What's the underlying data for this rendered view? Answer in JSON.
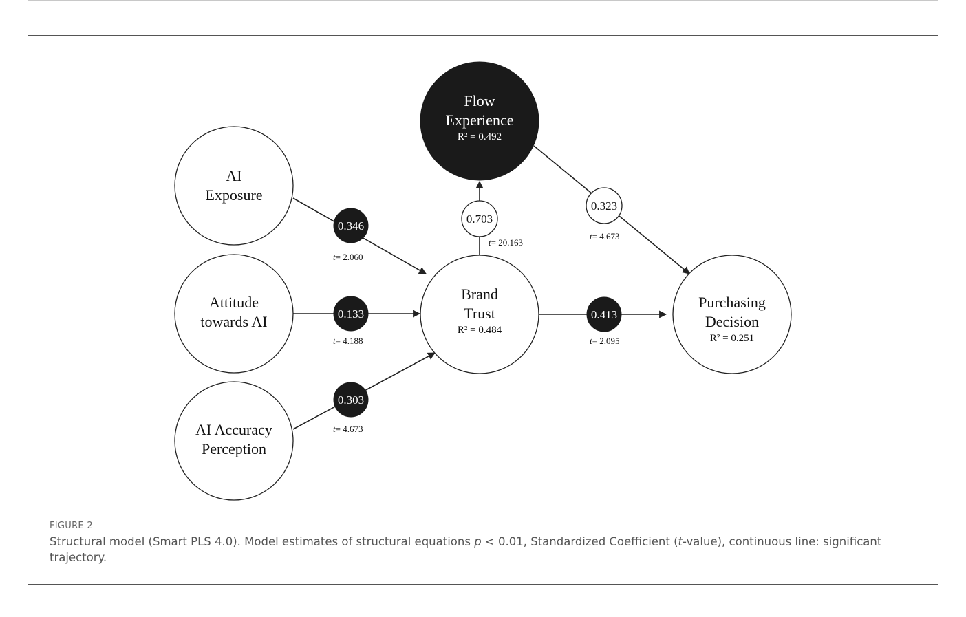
{
  "diagram": {
    "nodes": {
      "flow": {
        "line1": "Flow",
        "line2": "Experience",
        "r2": "R² = 0.492"
      },
      "ai_exposure": {
        "line1": "AI",
        "line2": "Exposure"
      },
      "attitude": {
        "line1": "Attitude",
        "line2": "towards AI"
      },
      "accuracy": {
        "line1": "AI Accuracy",
        "line2": "Perception"
      },
      "brand_trust": {
        "line1": "Brand",
        "line2": "Trust",
        "r2": "R² = 0.484"
      },
      "purchasing": {
        "line1": "Purchasing",
        "line2": "Decision",
        "r2": "R² = 0.251"
      }
    },
    "paths": {
      "exposure_to_trust": {
        "coef": "0.346",
        "t_prefix": "t",
        "t_value": "= 2.060"
      },
      "attitude_to_trust": {
        "coef": "0.133",
        "t_prefix": "t",
        "t_value": "= 4.188"
      },
      "accuracy_to_trust": {
        "coef": "0.303",
        "t_prefix": "t",
        "t_value": "= 4.673"
      },
      "trust_to_flow": {
        "coef": "0.703",
        "t_prefix": "t",
        "t_value": "= 20.163"
      },
      "flow_to_purchasing": {
        "coef": "0.323",
        "t_prefix": "t",
        "t_value": "= 4.673"
      },
      "trust_to_purchasing": {
        "coef": "0.413",
        "t_prefix": "t",
        "t_value": "= 2.095"
      }
    },
    "colors": {
      "dark_node": "#1a1a1a",
      "light_node": "#ffffff",
      "stroke": "#222222"
    }
  },
  "figure": {
    "label": "FIGURE 2",
    "caption_part1": "Structural model (Smart PLS 4.0). Model estimates of structural equations ",
    "caption_p": "p",
    "caption_part2": " < 0.01, Standardized Coefficient (",
    "caption_t": "t",
    "caption_part3": "-value), continuous line: significant trajectory."
  }
}
